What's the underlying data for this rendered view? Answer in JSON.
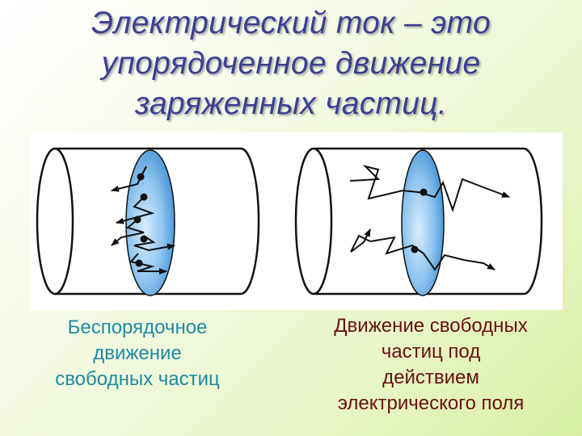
{
  "title_lines": [
    "Электрический ток – это",
    "упорядоченное движение",
    "заряженных частиц."
  ],
  "captions": {
    "left": [
      "Беспорядочное",
      "движение",
      "свободных частиц"
    ],
    "right": [
      "Движение свободных",
      "частиц под",
      "действием",
      "электрического поля"
    ]
  },
  "colors": {
    "title": "#3b3f94",
    "caption_left": "#1d8aa6",
    "caption_right": "#6b0f12",
    "cross_section": "#4f9ddb",
    "outline": "#111111"
  }
}
